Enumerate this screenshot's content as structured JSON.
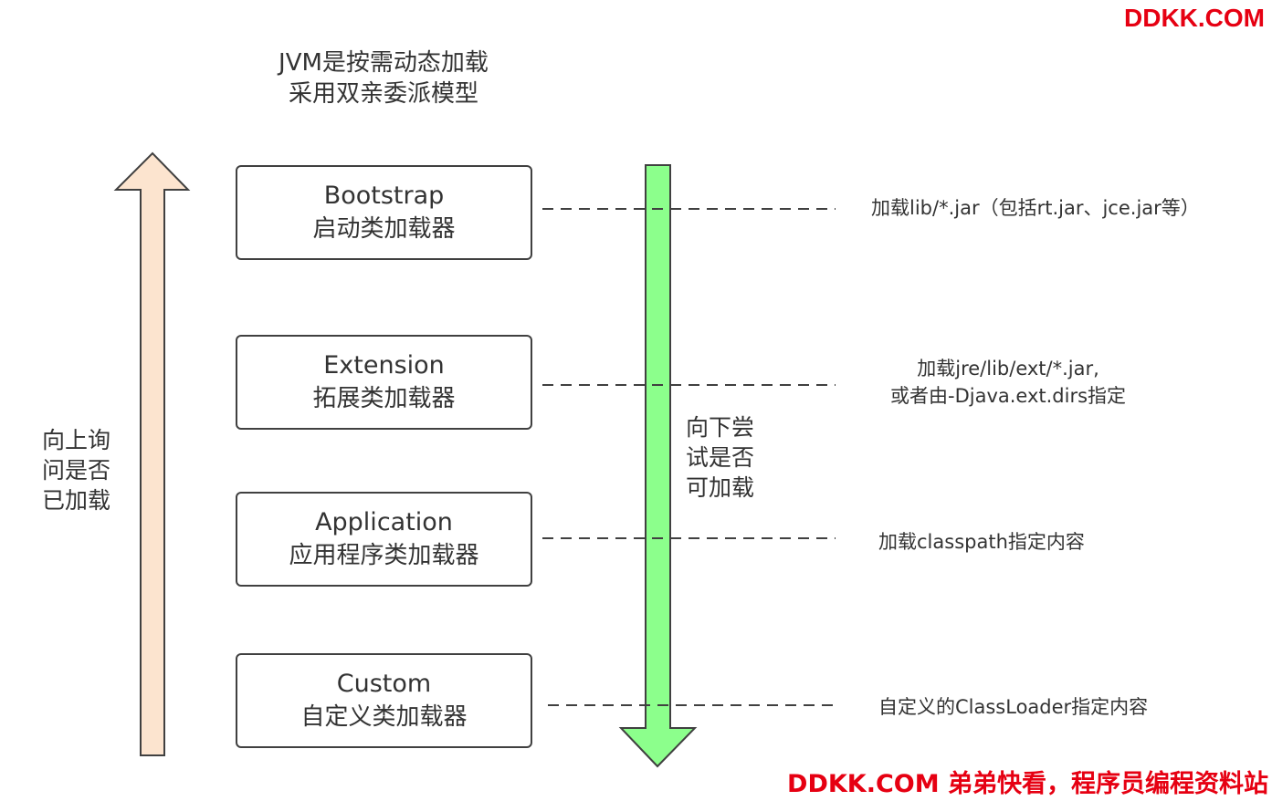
{
  "watermark": {
    "top": "DDKK.COM",
    "bottom": "DDKK.COM 弟弟快看，程序员编程资料站"
  },
  "header": {
    "line1": "JVM是按需动态加载",
    "line2": "采用双亲委派模型"
  },
  "up_label": [
    "向上询",
    "问是否",
    "已加载"
  ],
  "down_label": [
    "向下尝",
    "试是否",
    "可加载"
  ],
  "loaders": [
    {
      "en": "Bootstrap",
      "zh": "启动类加载器",
      "desc": [
        "加载lib/*.jar（包括rt.jar、jce.jar等）"
      ]
    },
    {
      "en": "Extension",
      "zh": "拓展类加载器",
      "desc": [
        "加载jre/lib/ext/*.jar,",
        "或者由-Djava.ext.dirs指定"
      ]
    },
    {
      "en": "Application",
      "zh": "应用程序类加载器",
      "desc": [
        "加载classpath指定内容"
      ]
    },
    {
      "en": "Custom",
      "zh": "自定义类加载器",
      "desc": [
        "自定义的ClassLoader指定内容"
      ]
    }
  ],
  "colors": {
    "up_arrow_fill": "#fce4cf",
    "down_arrow_fill": "#8cff8c",
    "watermark": "#e60012"
  }
}
